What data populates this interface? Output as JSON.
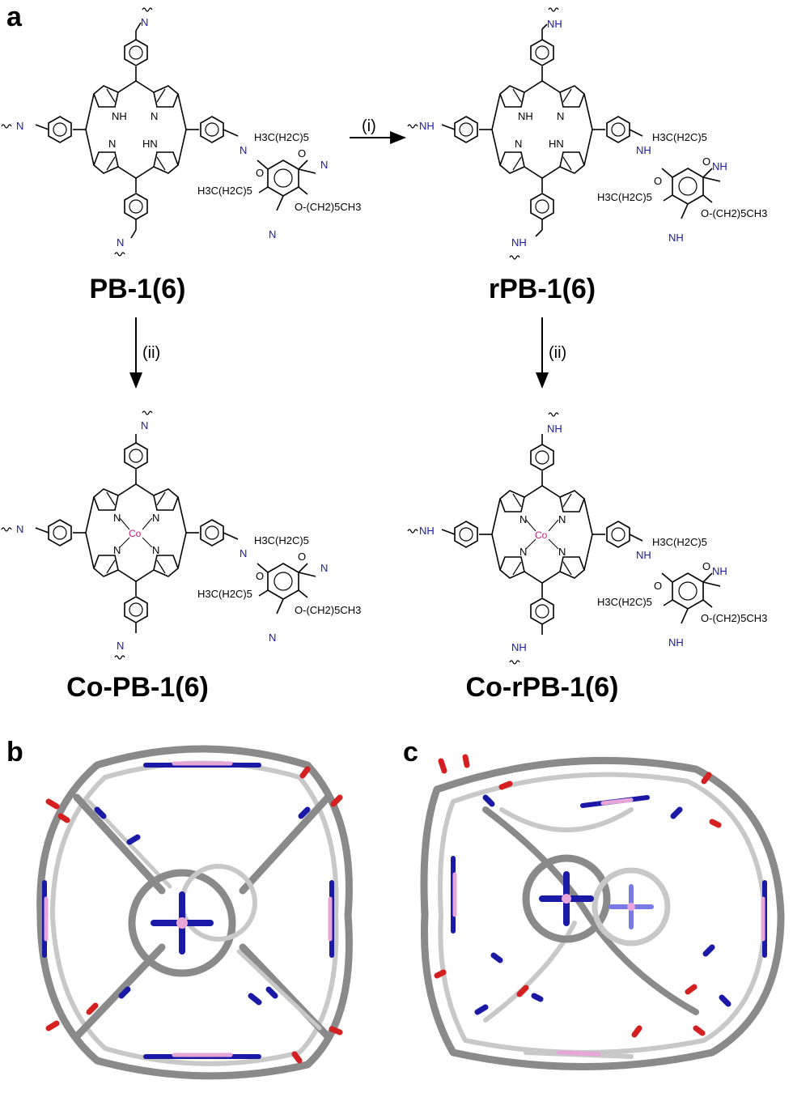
{
  "panels": {
    "a": "a",
    "b": "b",
    "c": "c"
  },
  "compounds": {
    "pb": "PB-1(6)",
    "rpb": "rPB-1(6)",
    "copb": "Co-PB-1(6)",
    "corpb": "Co-rPB-1(6)"
  },
  "conditions": {
    "i": "(i)",
    "ii_left": "(ii)",
    "ii_right": "(ii)"
  },
  "atoms": {
    "imine": "N",
    "amine": "NH",
    "amine_left": "NH",
    "pyrrole_nh": "NH",
    "pyrrole_hn": "HN",
    "pyrrole_n": "N",
    "cobalt": "Co",
    "alkoxy_top": "H3C(H2C)5",
    "alkoxy_left": "H3C(H2C)5",
    "alkoxy_right": "O-(CH2)5CH3",
    "oxygen": "O"
  },
  "colors": {
    "nitrogen": "#1a1aa6",
    "cobalt": "#c2187a",
    "oxygen": "#d42020",
    "carbon_stick": "#8a8a8a",
    "carbon_light": "#c8c8c8"
  }
}
